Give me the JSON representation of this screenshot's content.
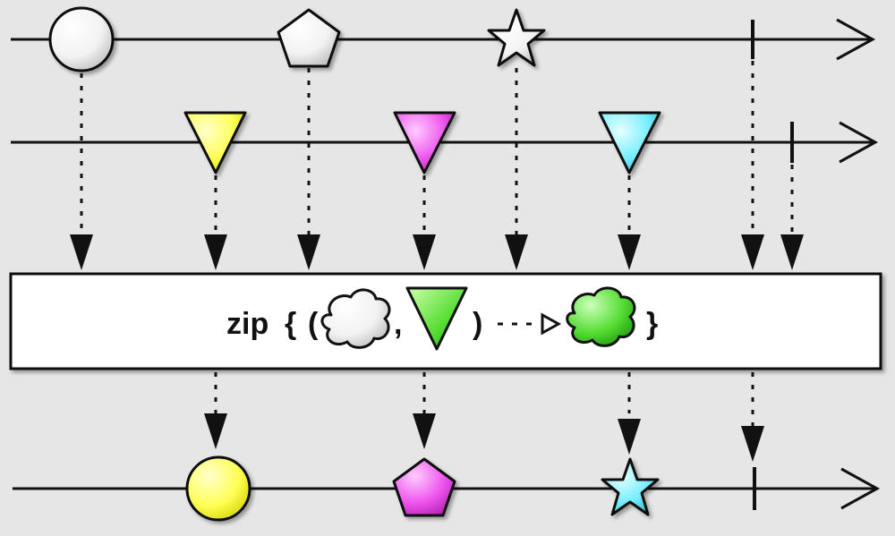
{
  "diagram": {
    "operator": {
      "name": "zip",
      "open_brace": "{",
      "open_paren": "(",
      "comma": ",",
      "close_paren": ")",
      "arrow": "- - ▷",
      "close_brace": "}"
    },
    "colors": {
      "background": "#e6e6e6",
      "line": "#111111",
      "white_marble": "#ffffff",
      "yellow": "#ffff66",
      "magenta": "#ee55ee",
      "cyan": "#66eeff",
      "green": "#44dd33"
    },
    "input_stream_1": {
      "marbles": [
        {
          "shape": "circle",
          "color": "white"
        },
        {
          "shape": "pentagon",
          "color": "white"
        },
        {
          "shape": "star",
          "color": "white"
        }
      ],
      "completed": true
    },
    "input_stream_2": {
      "marbles": [
        {
          "shape": "triangle-down",
          "color": "yellow"
        },
        {
          "shape": "triangle-down",
          "color": "magenta"
        },
        {
          "shape": "triangle-down",
          "color": "cyan"
        }
      ],
      "completed": true
    },
    "output_stream": {
      "marbles": [
        {
          "shape": "circle",
          "color": "yellow"
        },
        {
          "shape": "pentagon",
          "color": "magenta"
        },
        {
          "shape": "star",
          "color": "cyan"
        }
      ],
      "completed": true
    }
  }
}
